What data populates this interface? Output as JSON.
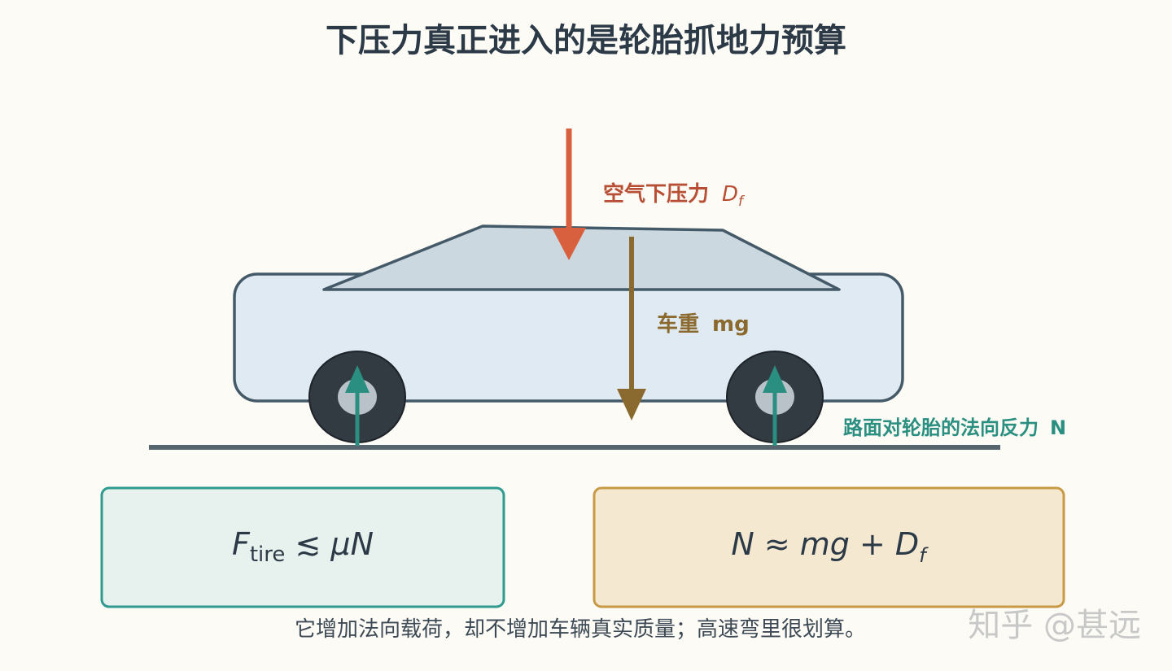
{
  "title": "下压力真正进入的是轮胎抓地力预算",
  "forces": {
    "downforce": {
      "label": "空气下压力",
      "symbol": "D",
      "subscript": "f",
      "color": "#d9603e"
    },
    "weight": {
      "label": "车重",
      "symbol": "mg",
      "color": "#8a6a2e"
    },
    "normal": {
      "label": "路面对轮胎的法向反力",
      "symbol": "N",
      "color": "#2a8f80"
    }
  },
  "formulas": {
    "grip": {
      "F": "F",
      "sub": "tire",
      "rel": " ≲ ",
      "rhs": "μN",
      "box_color": "#2f9a8e",
      "fill": "#e7f2ee"
    },
    "load": {
      "lhs": "N",
      "rel": " ≈ ",
      "mg": "mg",
      "plus": " + ",
      "D": "D",
      "sub": "f",
      "box_color": "#c79a45",
      "fill": "#f5e8d1"
    }
  },
  "caption": "它增加法向载荷，却不增加车辆真实质量；高速弯里很划算。",
  "watermark": "知乎 @甚远",
  "colors": {
    "car_body": "#e0eaf2",
    "car_outline": "#445a68",
    "cabin": "#ccd8e0",
    "tire": "#323a42",
    "hub": "#b9c2c8",
    "ground": "#56646e"
  }
}
